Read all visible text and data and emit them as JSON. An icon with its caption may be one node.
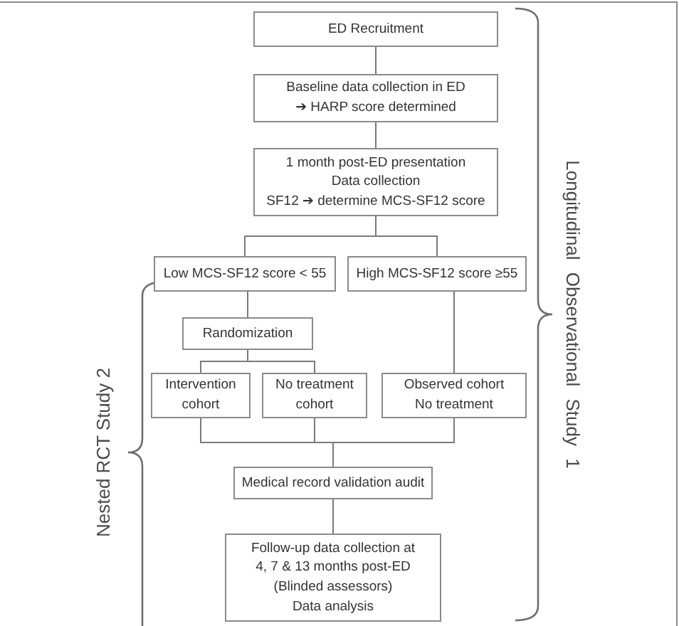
{
  "diagram": {
    "nodes": [
      {
        "text": [
          "ED Recruitment"
        ]
      },
      {
        "text": [
          "Baseline data collection in ED",
          "➔ HARP score determined"
        ]
      },
      {
        "text": [
          "1 month post-ED presentation",
          "Data collection",
          "SF12 ➔ determine MCS-SF12 score"
        ]
      },
      {
        "text": [
          "Low MCS-SF12 score < 55"
        ]
      },
      {
        "text": [
          "High MCS-SF12 score ≥55"
        ]
      },
      {
        "text": [
          "Randomization"
        ]
      },
      {
        "text": [
          "Intervention cohort"
        ]
      },
      {
        "text": [
          "No treatment cohort"
        ]
      },
      {
        "text": [
          "Observed cohort",
          "No treatment"
        ]
      },
      {
        "text": [
          "Medical record validation audit"
        ]
      },
      {
        "text": [
          "Follow-up data collection at 4, 7 & 13 months post-ED",
          "(Blinded assessors)",
          "Data analysis"
        ]
      }
    ],
    "edges": [
      {
        "from": 0,
        "to": 1,
        "arrow": "none"
      },
      {
        "from": 1,
        "to": 2,
        "arrow": "none"
      },
      {
        "from": 2,
        "to": 3,
        "arrow": "none"
      },
      {
        "from": 2,
        "to": 4,
        "arrow": "none"
      },
      {
        "from": 3,
        "to": 5,
        "arrow": "none"
      },
      {
        "from": 4,
        "to": 8,
        "arrow": "none"
      },
      {
        "from": 5,
        "to": 6,
        "arrow": "none"
      },
      {
        "from": 5,
        "to": 7,
        "arrow": "none"
      },
      {
        "from": 6,
        "to": 9,
        "arrow": "none"
      },
      {
        "from": 7,
        "to": 9,
        "arrow": "none"
      },
      {
        "from": 8,
        "to": 9,
        "arrow": "none"
      },
      {
        "from": 9,
        "to": 10,
        "arrow": "none"
      }
    ],
    "labels": [
      "Longitudinal Observational Study 1",
      "Nested RCT Study 2"
    ]
  }
}
